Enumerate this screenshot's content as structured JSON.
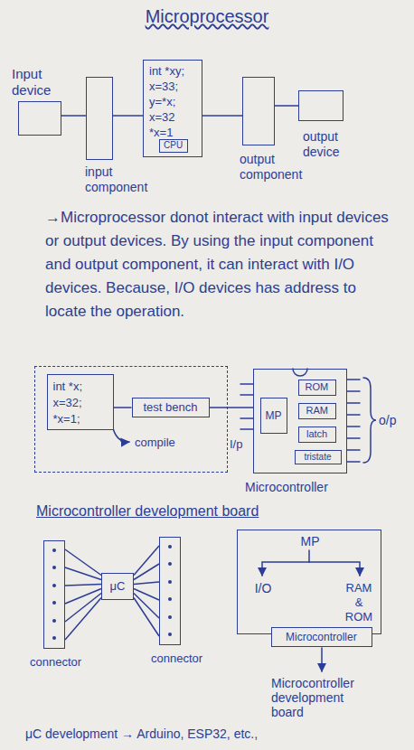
{
  "diagram": {
    "title": "Microprocessor",
    "nodes": [
      {
        "text": [
          "Input device"
        ]
      },
      {
        "text": [
          "input component"
        ]
      },
      {
        "text": [
          "int *xy;",
          "x=33;",
          "y=*x;",
          "x=32",
          "*x=1"
        ]
      },
      {
        "text": [
          "CPU"
        ],
        "in": 2
      },
      {
        "text": [
          "output component"
        ]
      },
      {
        "text": [
          "output device"
        ]
      },
      {
        "text": [
          "compile"
        ]
      },
      {
        "text": [
          "int *x;",
          "x=32;",
          "*x=1;"
        ],
        "in": 6
      },
      {
        "text": [
          "test bench"
        ],
        "in": 6
      },
      {
        "text": [
          "Microcontroller"
        ]
      },
      {
        "text": [
          "MP"
        ],
        "in": 9
      },
      {
        "text": [
          "ROM"
        ],
        "in": 9
      },
      {
        "text": [
          "RAM"
        ],
        "in": 9
      },
      {
        "text": [
          "latch"
        ],
        "in": 9
      },
      {
        "text": [
          "tristate"
        ],
        "in": 9
      },
      {
        "text": [
          "connector"
        ]
      },
      {
        "text": [
          "μC"
        ]
      },
      {
        "text": [
          "connector"
        ]
      },
      {
        "text": [
          "MP",
          "I/O",
          "RAM & ROM"
        ]
      },
      {
        "text": [
          "Microcontroller"
        ],
        "in": 18
      }
    ],
    "edges": [
      {
        "from": 0,
        "to": 1,
        "arrow": "none"
      },
      {
        "from": 1,
        "to": 2,
        "arrow": "none"
      },
      {
        "from": 2,
        "to": 4,
        "arrow": "none"
      },
      {
        "from": 4,
        "to": 5,
        "arrow": "none"
      },
      {
        "from": 7,
        "to": 8,
        "arrow": "none"
      },
      {
        "from": 8,
        "to": 9,
        "arrow": "none"
      },
      {
        "from": 15,
        "to": 16,
        "arrow": "none"
      },
      {
        "from": 16,
        "to": 17,
        "arrow": "none"
      }
    ],
    "labels": [
      "→Microprocessor donot interact with input devices or output devices. By using the input component and output component, it can interact with I/O devices. Because, I/O devices has address to locate the operation.",
      "I/p",
      "o/p",
      "Microcontroller development board",
      "Microcontroller development board",
      "μC development → Arduino, ESP32, etc.,"
    ]
  }
}
